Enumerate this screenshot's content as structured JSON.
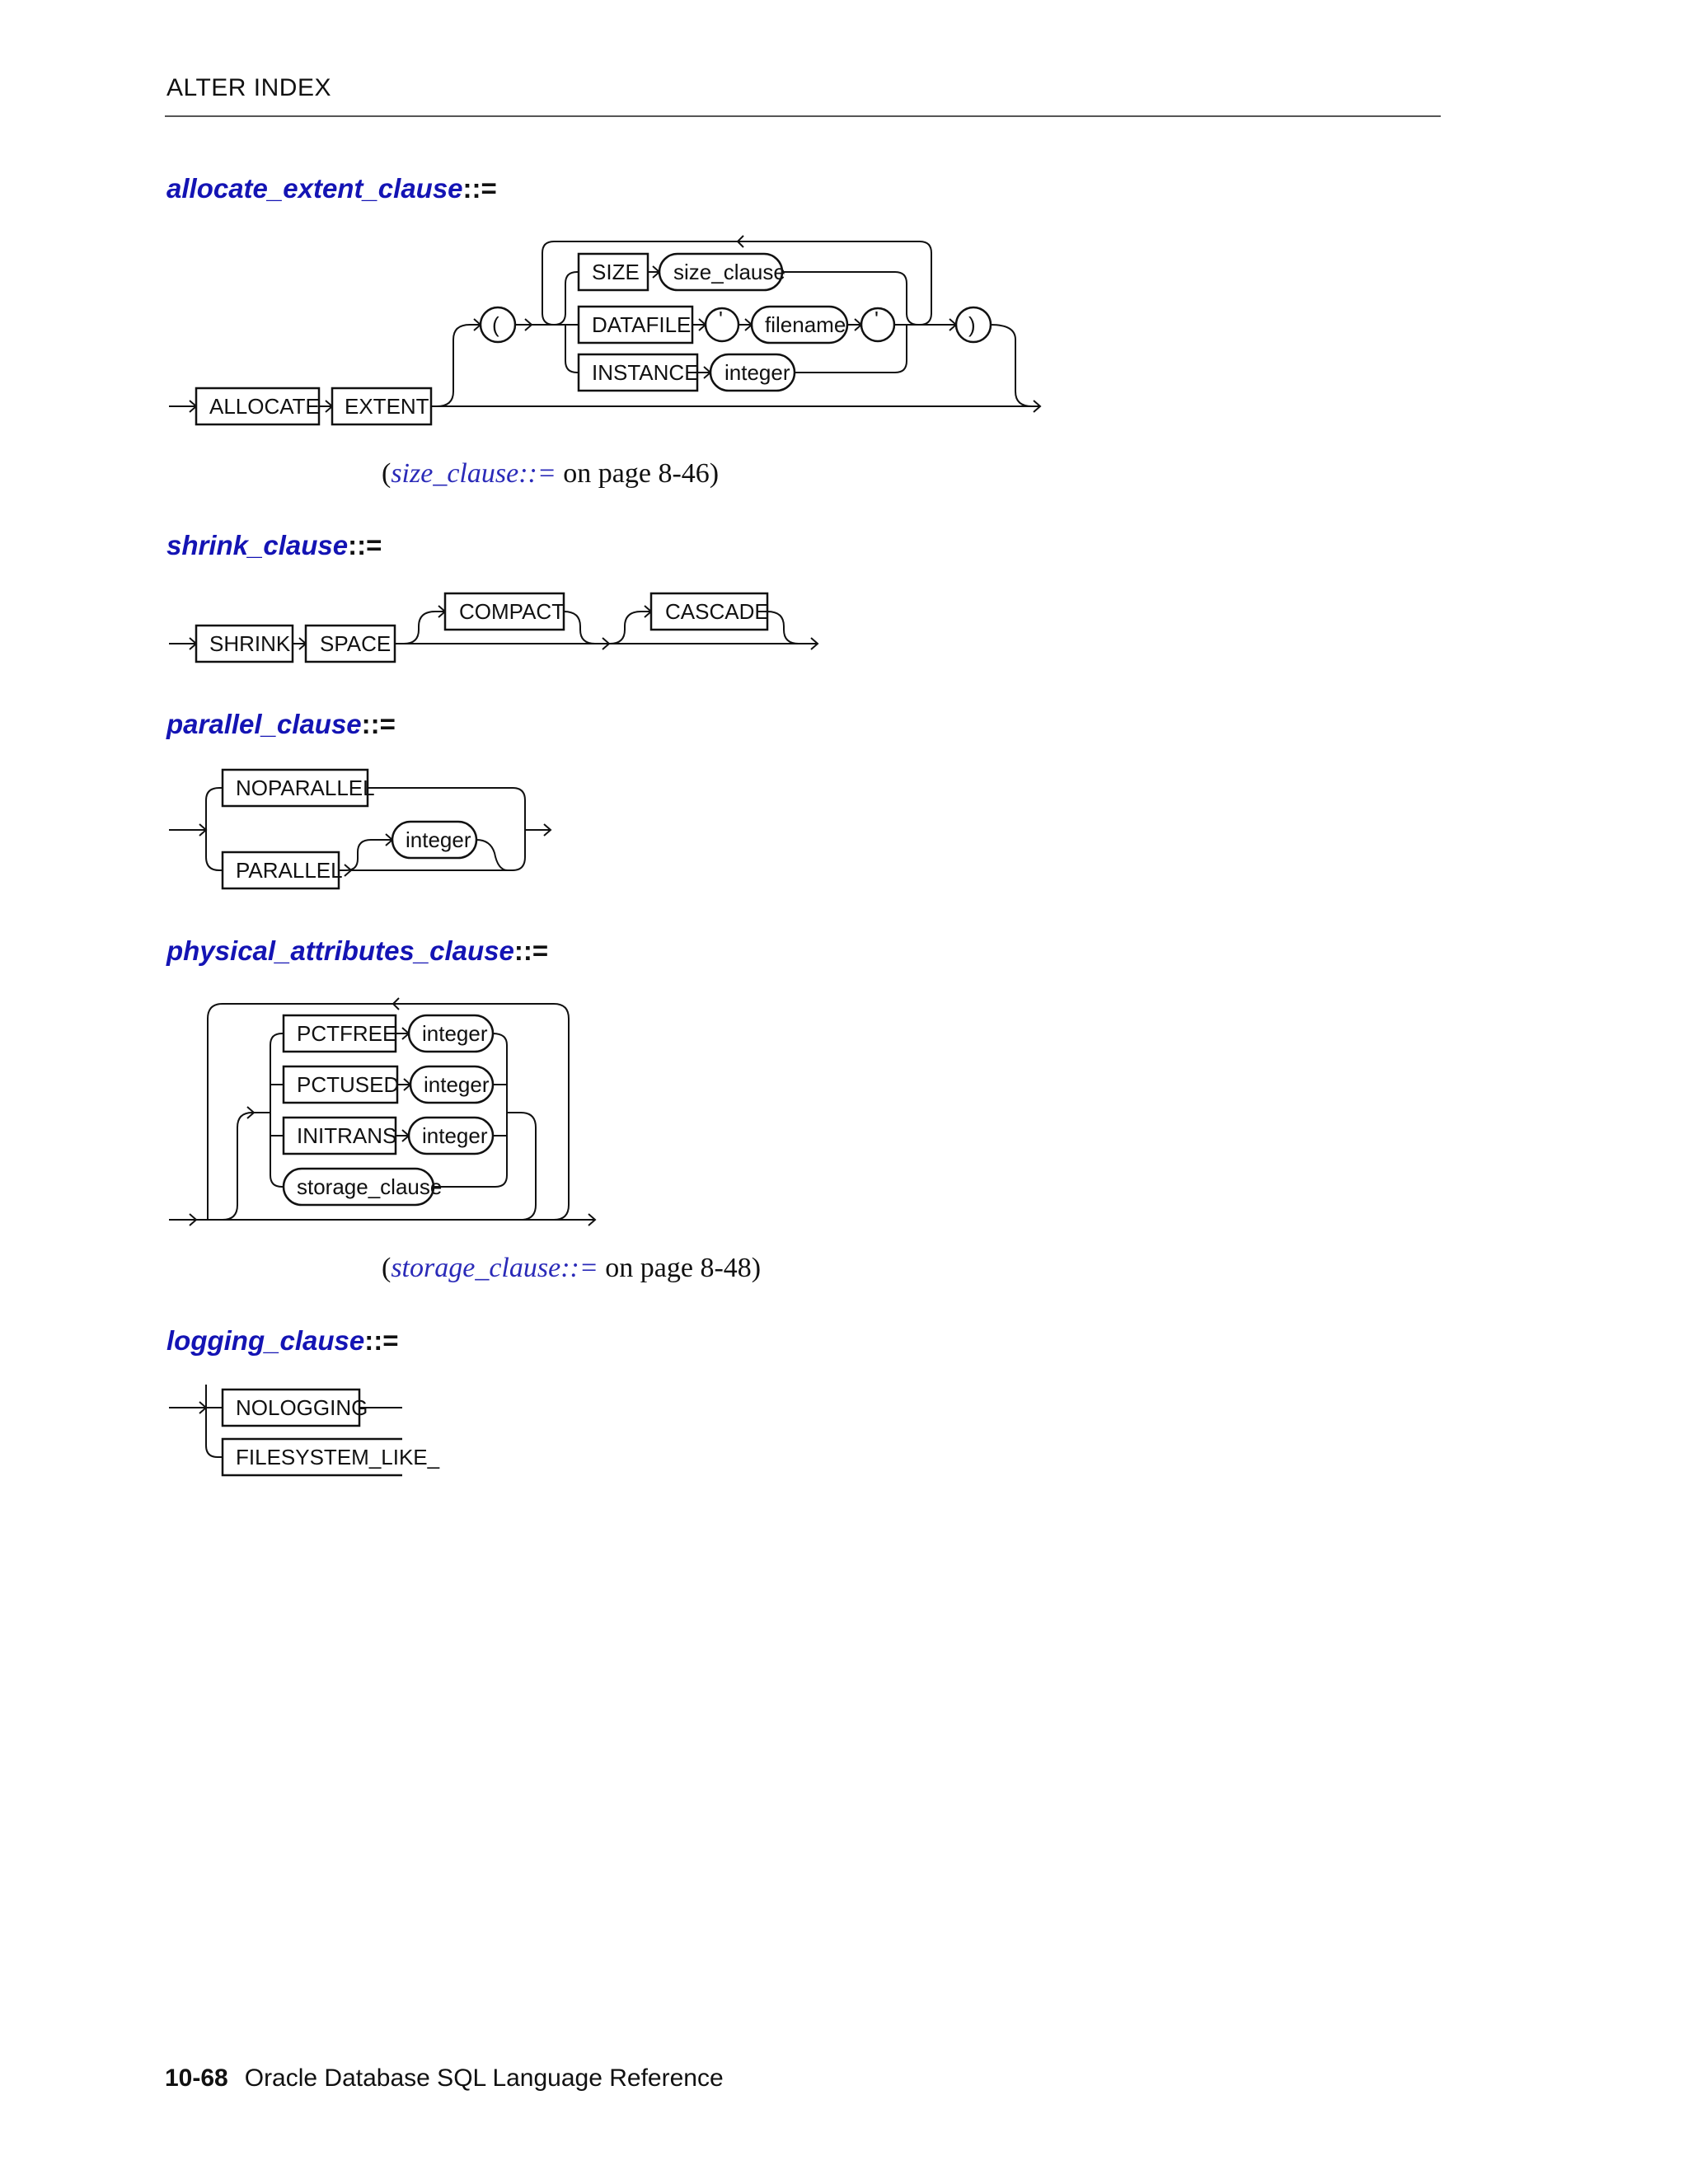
{
  "running_header": "ALTER INDEX",
  "sections": {
    "allocate": {
      "term": "allocate_extent_clause",
      "op": "::=",
      "xref_link": "size_clause::=",
      "xref_rest": " on page 8-46"
    },
    "shrink": {
      "term": "shrink_clause",
      "op": "::="
    },
    "parallel": {
      "term": "parallel_clause",
      "op": "::="
    },
    "physical": {
      "term": "physical_attributes_clause",
      "op": "::=",
      "xref_link": "storage_clause::=",
      "xref_rest": " on page 8-48"
    },
    "logging": {
      "term": "logging_clause",
      "op": "::="
    }
  },
  "diagrams": {
    "allocate": {
      "allocate": "ALLOCATE",
      "extent": "EXTENT",
      "lparen": "(",
      "rparen": ")",
      "size": "SIZE",
      "size_clause": "size_clause",
      "datafile": "DATAFILE",
      "quote1": "'",
      "filename": "filename",
      "quote2": "'",
      "instance": "INSTANCE",
      "integer": "integer"
    },
    "shrink": {
      "shrink": "SHRINK",
      "space": "SPACE",
      "compact": "COMPACT",
      "cascade": "CASCADE"
    },
    "parallel": {
      "noparallel": "NOPARALLEL",
      "parallel": "PARALLEL",
      "integer": "integer"
    },
    "physical": {
      "pctfree": "PCTFREE",
      "pctused": "PCTUSED",
      "initrans": "INITRANS",
      "integer1": "integer",
      "integer2": "integer",
      "integer3": "integer",
      "storage_clause": "storage_clause"
    },
    "logging": {
      "nologging": "NOLOGGING",
      "filesystem": "FILESYSTEM_LIKE_"
    }
  },
  "footer": {
    "page": "10-68",
    "title": "Oracle Database SQL Language Reference"
  }
}
